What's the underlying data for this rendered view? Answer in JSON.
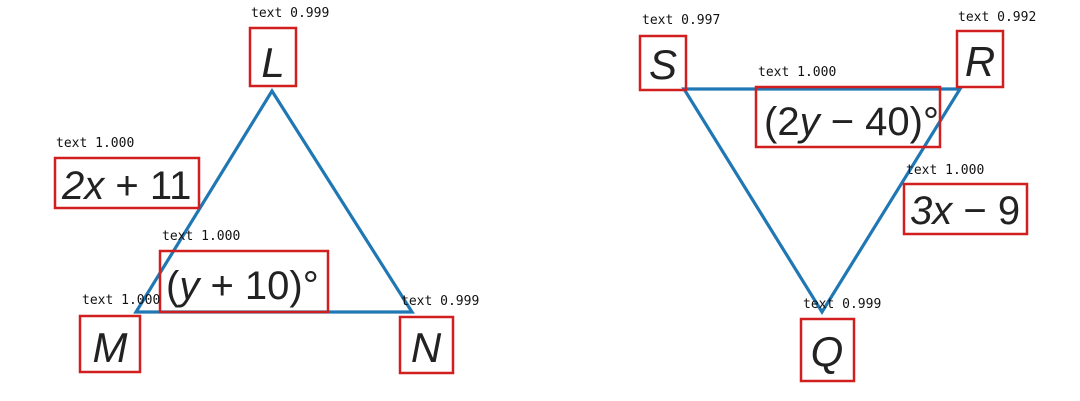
{
  "colors": {
    "triangle": "#1f77b4",
    "detection_box": "#d11f1f"
  },
  "triangle_LMN": {
    "vertex_L": "L",
    "vertex_M": "M",
    "vertex_N": "N",
    "side_LM": {
      "var": "2x",
      "rest": " + 11"
    },
    "angle_M": {
      "open": "(",
      "var": "y",
      "rest": " + 10)°"
    }
  },
  "triangle_SRQ": {
    "vertex_S": "S",
    "vertex_R": "R",
    "vertex_Q": "Q",
    "angle_S": {
      "open": "(2",
      "var": "y",
      "rest": " − 40)°"
    },
    "side_RQ": {
      "var": "3x",
      "rest": " − 9"
    }
  },
  "detections": {
    "L": "text 0.999",
    "M": "text 1.000",
    "N": "text 0.999",
    "lm_expr": "text 1.000",
    "ym_expr": "text 1.000",
    "S": "text 0.997",
    "R": "text 0.992",
    "Q": "text 0.999",
    "sr_expr": "text 1.000",
    "rq_expr": "text 1.000"
  }
}
